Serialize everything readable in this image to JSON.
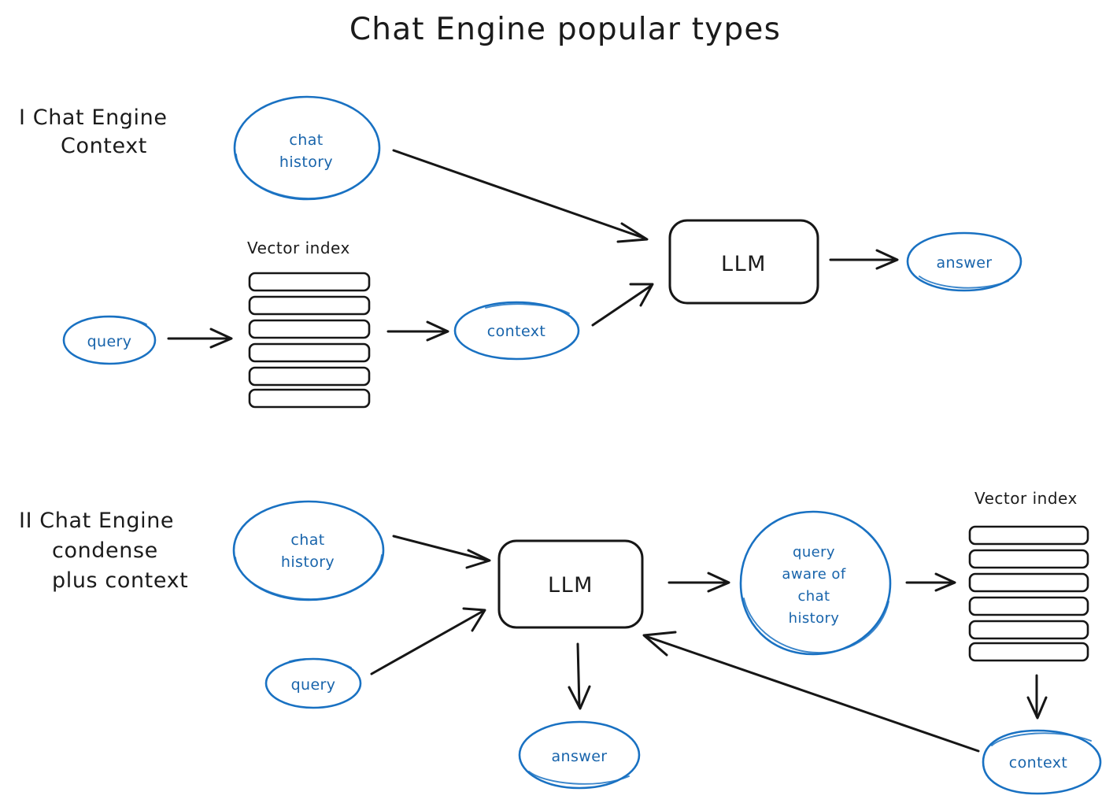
{
  "page": {
    "title": "Chat Engine popular types",
    "background_color": "#ffffff",
    "ink_color": "#1b1b1b",
    "accent_color": "#1971c2"
  },
  "sections": [
    {
      "id": "section-one",
      "label_lines": [
        "I Chat Engine",
        "Context"
      ]
    },
    {
      "id": "section-two",
      "label_lines": [
        "II Chat Engine",
        "condense",
        "plus context"
      ]
    }
  ],
  "nodes": {
    "s1_chat_history": {
      "lines": [
        "chat",
        "history"
      ]
    },
    "s1_vector_index_label": {
      "text": "Vector index"
    },
    "s1_query": {
      "lines": [
        "query"
      ]
    },
    "s1_context": {
      "lines": [
        "context"
      ]
    },
    "s1_llm": {
      "text": "LLM"
    },
    "s1_answer": {
      "lines": [
        "answer"
      ]
    },
    "s2_chat_history": {
      "lines": [
        "chat",
        "history"
      ]
    },
    "s2_query": {
      "lines": [
        "query"
      ]
    },
    "s2_llm": {
      "text": "LLM"
    },
    "s2_answer": {
      "lines": [
        "answer"
      ]
    },
    "s2_query_aware": {
      "lines": [
        "query",
        "aware of",
        "chat",
        "history"
      ]
    },
    "s2_vector_index_label": {
      "text": "Vector index"
    },
    "s2_context": {
      "lines": [
        "context"
      ]
    }
  },
  "vector_index_bars": {
    "section_one_count": 6,
    "section_two_count": 6
  },
  "edges": [
    {
      "id": "e1",
      "from": "s1_chat_history",
      "to": "s1_llm"
    },
    {
      "id": "e2",
      "from": "s1_query",
      "to": "s1_vector_index"
    },
    {
      "id": "e3",
      "from": "s1_vector_index",
      "to": "s1_context"
    },
    {
      "id": "e4",
      "from": "s1_context",
      "to": "s1_llm"
    },
    {
      "id": "e5",
      "from": "s1_llm",
      "to": "s1_answer"
    },
    {
      "id": "e6",
      "from": "s2_chat_history",
      "to": "s2_llm"
    },
    {
      "id": "e7",
      "from": "s2_query",
      "to": "s2_llm"
    },
    {
      "id": "e8",
      "from": "s2_llm",
      "to": "s2_query_aware"
    },
    {
      "id": "e9",
      "from": "s2_query_aware",
      "to": "s2_vector_index"
    },
    {
      "id": "e10",
      "from": "s2_vector_index",
      "to": "s2_context"
    },
    {
      "id": "e11",
      "from": "s2_context",
      "to": "s2_llm"
    },
    {
      "id": "e12",
      "from": "s2_llm",
      "to": "s2_answer"
    }
  ]
}
